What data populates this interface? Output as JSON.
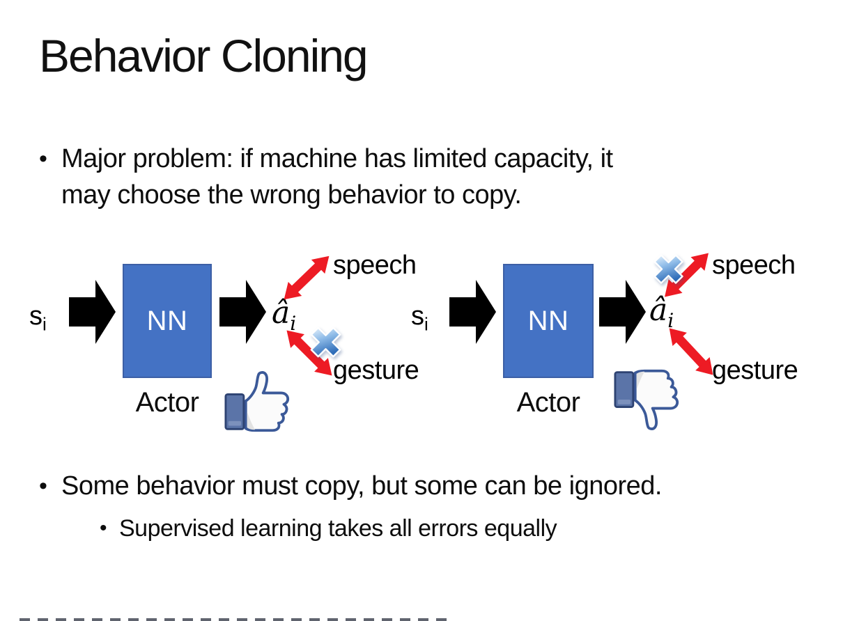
{
  "slide": {
    "title": "Behavior Cloning",
    "bullets": {
      "major_problem": {
        "marker": "•",
        "lines": [
          "Major problem: if machine has limited capacity, it",
          "may choose the wrong behavior to copy."
        ]
      },
      "some_behavior": {
        "marker": "•",
        "lines": [
          "Some behavior must copy, but some can be ignored."
        ]
      },
      "supervised": {
        "marker": "•",
        "lines": [
          "Supervised learning takes all errors equally"
        ]
      }
    }
  },
  "diagram_left": {
    "input_label": {
      "base": "s",
      "sub": "i"
    },
    "box_label": "NN",
    "box_caption": "Actor",
    "output_label": {
      "base": "â",
      "sub": "i"
    },
    "output_speech": "speech",
    "output_gesture": "gesture",
    "crossed_out": "gesture",
    "feedback_icon": "thumbs-up"
  },
  "diagram_right": {
    "input_label": {
      "base": "s",
      "sub": "i"
    },
    "box_label": "NN",
    "box_caption": "Actor",
    "output_label": {
      "base": "â",
      "sub": "i"
    },
    "output_speech": "speech",
    "output_gesture": "gesture",
    "crossed_out": "speech",
    "feedback_icon": "thumbs-down"
  },
  "icons": {
    "flow_arrow": "black-block-arrow-right",
    "relation_arrow": "red-double-headed-arrow",
    "cross_out": "glossy-blue-x",
    "positive_feedback": "facebook-like-thumb",
    "negative_feedback": "facebook-dislike-thumb"
  },
  "colors": {
    "background": "#ffffff",
    "text": "#0d0d0d",
    "nn_box_fill": "#4472c4",
    "nn_box_text": "#ffffff",
    "flow_arrow": "#000000",
    "relation_arrow_red": "#ed1b24",
    "cross_blue_light": "#dcecfc",
    "cross_blue_dark": "#2f6db8",
    "thumb_outline": "#3b5998",
    "thumb_cuff": "#5b74a8"
  }
}
